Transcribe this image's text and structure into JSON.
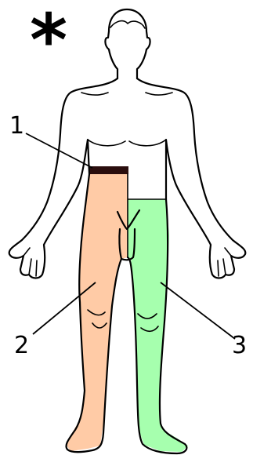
{
  "diagram": {
    "symbol": "*",
    "callouts": [
      {
        "label": "1"
      },
      {
        "label": "2"
      },
      {
        "label": "3"
      }
    ],
    "colors": {
      "region_1": "#2a0d0d",
      "region_2": "#ffcba6",
      "region_3": "#a6ffae",
      "outline": "#000000"
    }
  }
}
